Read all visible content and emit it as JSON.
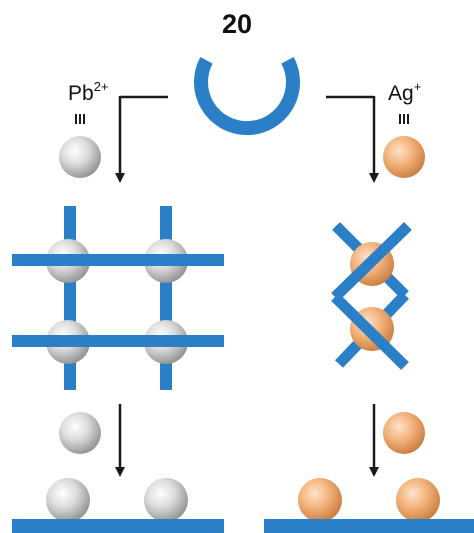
{
  "title": "20",
  "left_ion": {
    "base": "Pb",
    "charge": "2+"
  },
  "right_ion": {
    "base": "Ag",
    "charge": "+"
  },
  "colors": {
    "macrocycle": "#2a7fc6",
    "lead_ion": "#d6d6d6",
    "silver_ion": "#f4b57e",
    "arrow": "#1a1a1a"
  },
  "icons": {
    "macrocycle": "open-ring-icon",
    "ion": "sphere-icon",
    "triple_bond": "triple-bond-icon"
  }
}
